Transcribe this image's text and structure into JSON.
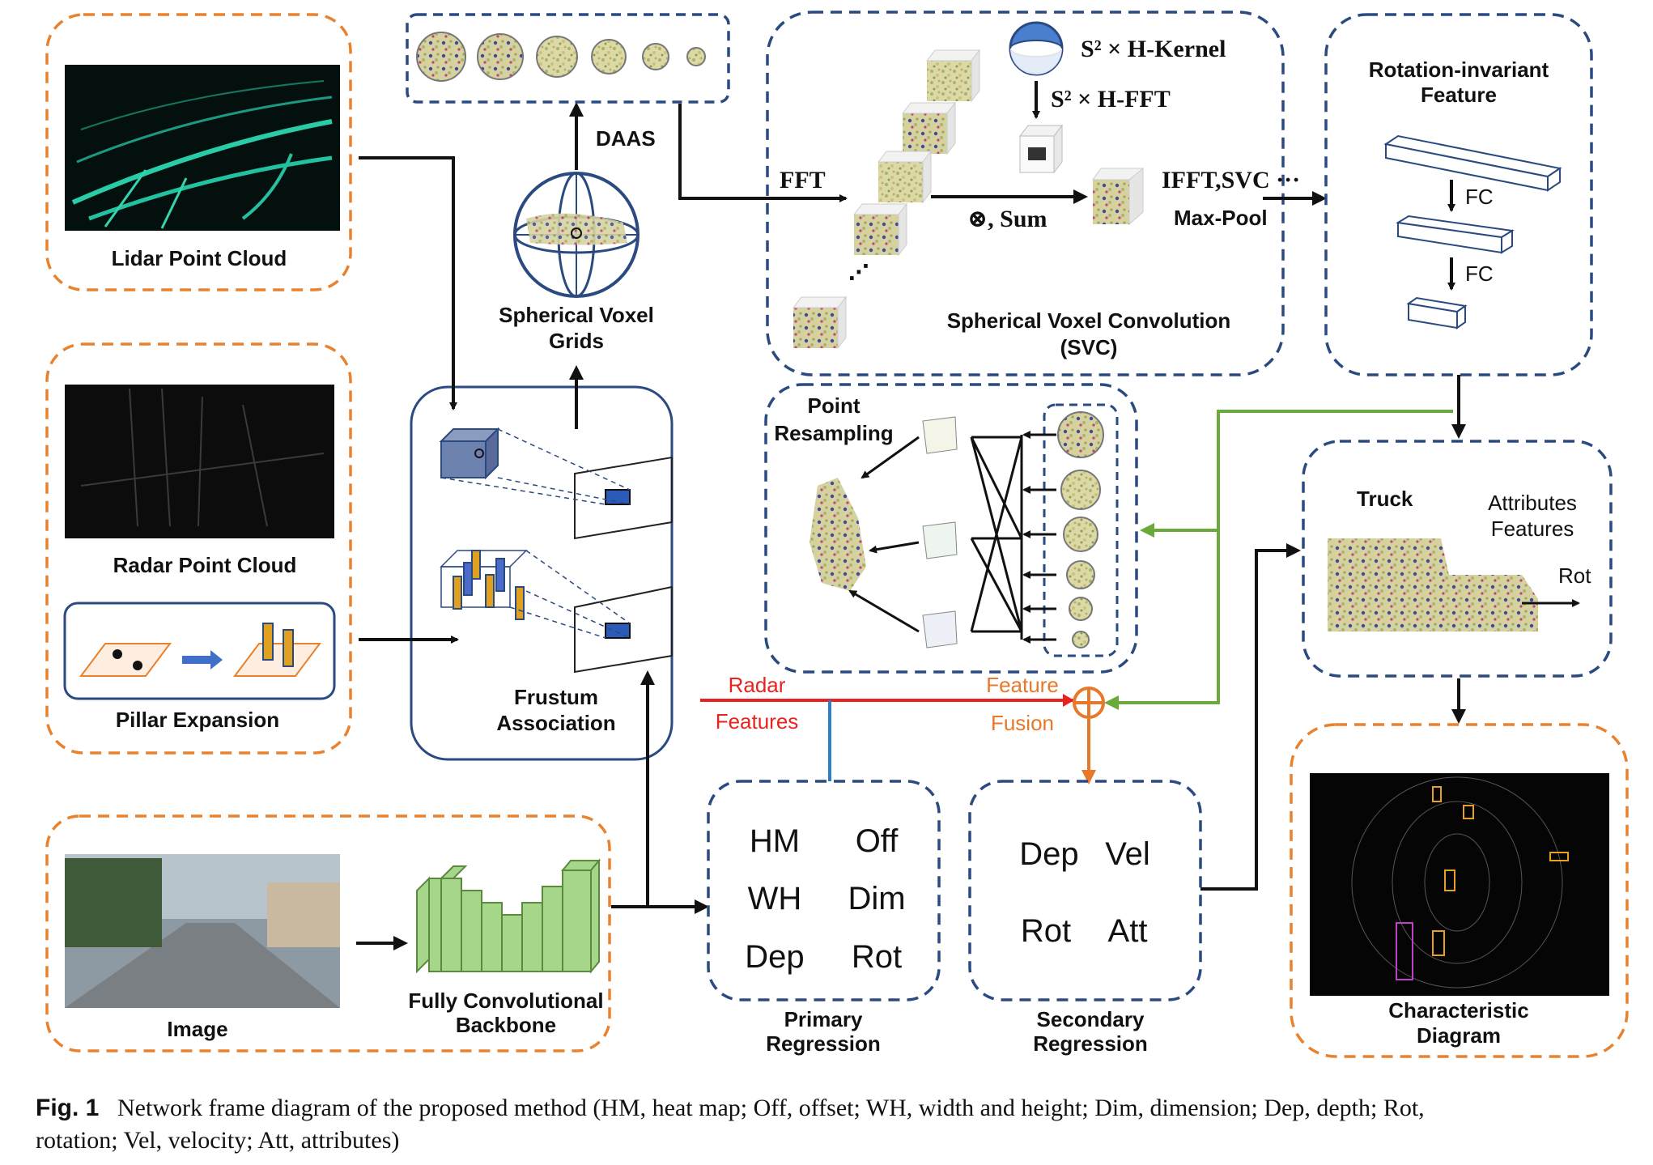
{
  "colors": {
    "orange_dash": "#e8822e",
    "navy_dash": "#2a4a80",
    "radar_line": "#e8231f",
    "green_line": "#6aaa3a",
    "blue_line": "#2a7fc8",
    "fusion": "#e8782a"
  },
  "inputs": {
    "lidar": "Lidar Point Cloud",
    "radar": "Radar Point Cloud",
    "pillar": "Pillar Expansion",
    "image": "Image",
    "backbone_l1": "Fully Convolutional",
    "backbone_l2": "Backbone"
  },
  "frustum": {
    "l1": "Frustum",
    "l2": "Association"
  },
  "spherical": {
    "l1": "Spherical Voxel",
    "l2": "Grids",
    "daas": "DAAS"
  },
  "svc": {
    "fft": "FFT",
    "kernel": "S² × H-Kernel",
    "hfft": "S² × H-FFT",
    "sum": "⊗, Sum",
    "ifft": "IFFT,SVC ···",
    "maxpool": "Max-Pool",
    "title_l1": "Spherical Voxel Convolution",
    "title_l2": "(SVC)",
    "dots": "⋰"
  },
  "rotinv": {
    "l1": "Rotation-invariant",
    "l2": "Feature",
    "fc1": "FC",
    "fc2": "FC"
  },
  "resample": {
    "l1": "Point",
    "l2": "Resampling"
  },
  "truck": {
    "name": "Truck",
    "attr_l1": "Attributes",
    "attr_l2": "Features",
    "rot": "Rot"
  },
  "flow": {
    "radar": "Radar",
    "features": "Features",
    "feature": "Feature",
    "fusion": "Fusion"
  },
  "primary": {
    "items": [
      "HM",
      "Off",
      "WH",
      "Dim",
      "Dep",
      "Rot"
    ],
    "l1": "Primary",
    "l2": "Regression"
  },
  "secondary": {
    "items": [
      "Dep",
      "Vel",
      "Rot",
      "Att"
    ],
    "l1": "Secondary",
    "l2": "Regression"
  },
  "characteristic": {
    "l1": "Characteristic",
    "l2": "Diagram"
  },
  "caption": {
    "label": "Fig. 1",
    "line1": "Network frame diagram of the proposed method (HM, heat map; Off, offset; WH, width and height; Dim, dimension; Dep, depth; Rot,",
    "line2": "rotation; Vel, velocity; Att, attributes)"
  }
}
